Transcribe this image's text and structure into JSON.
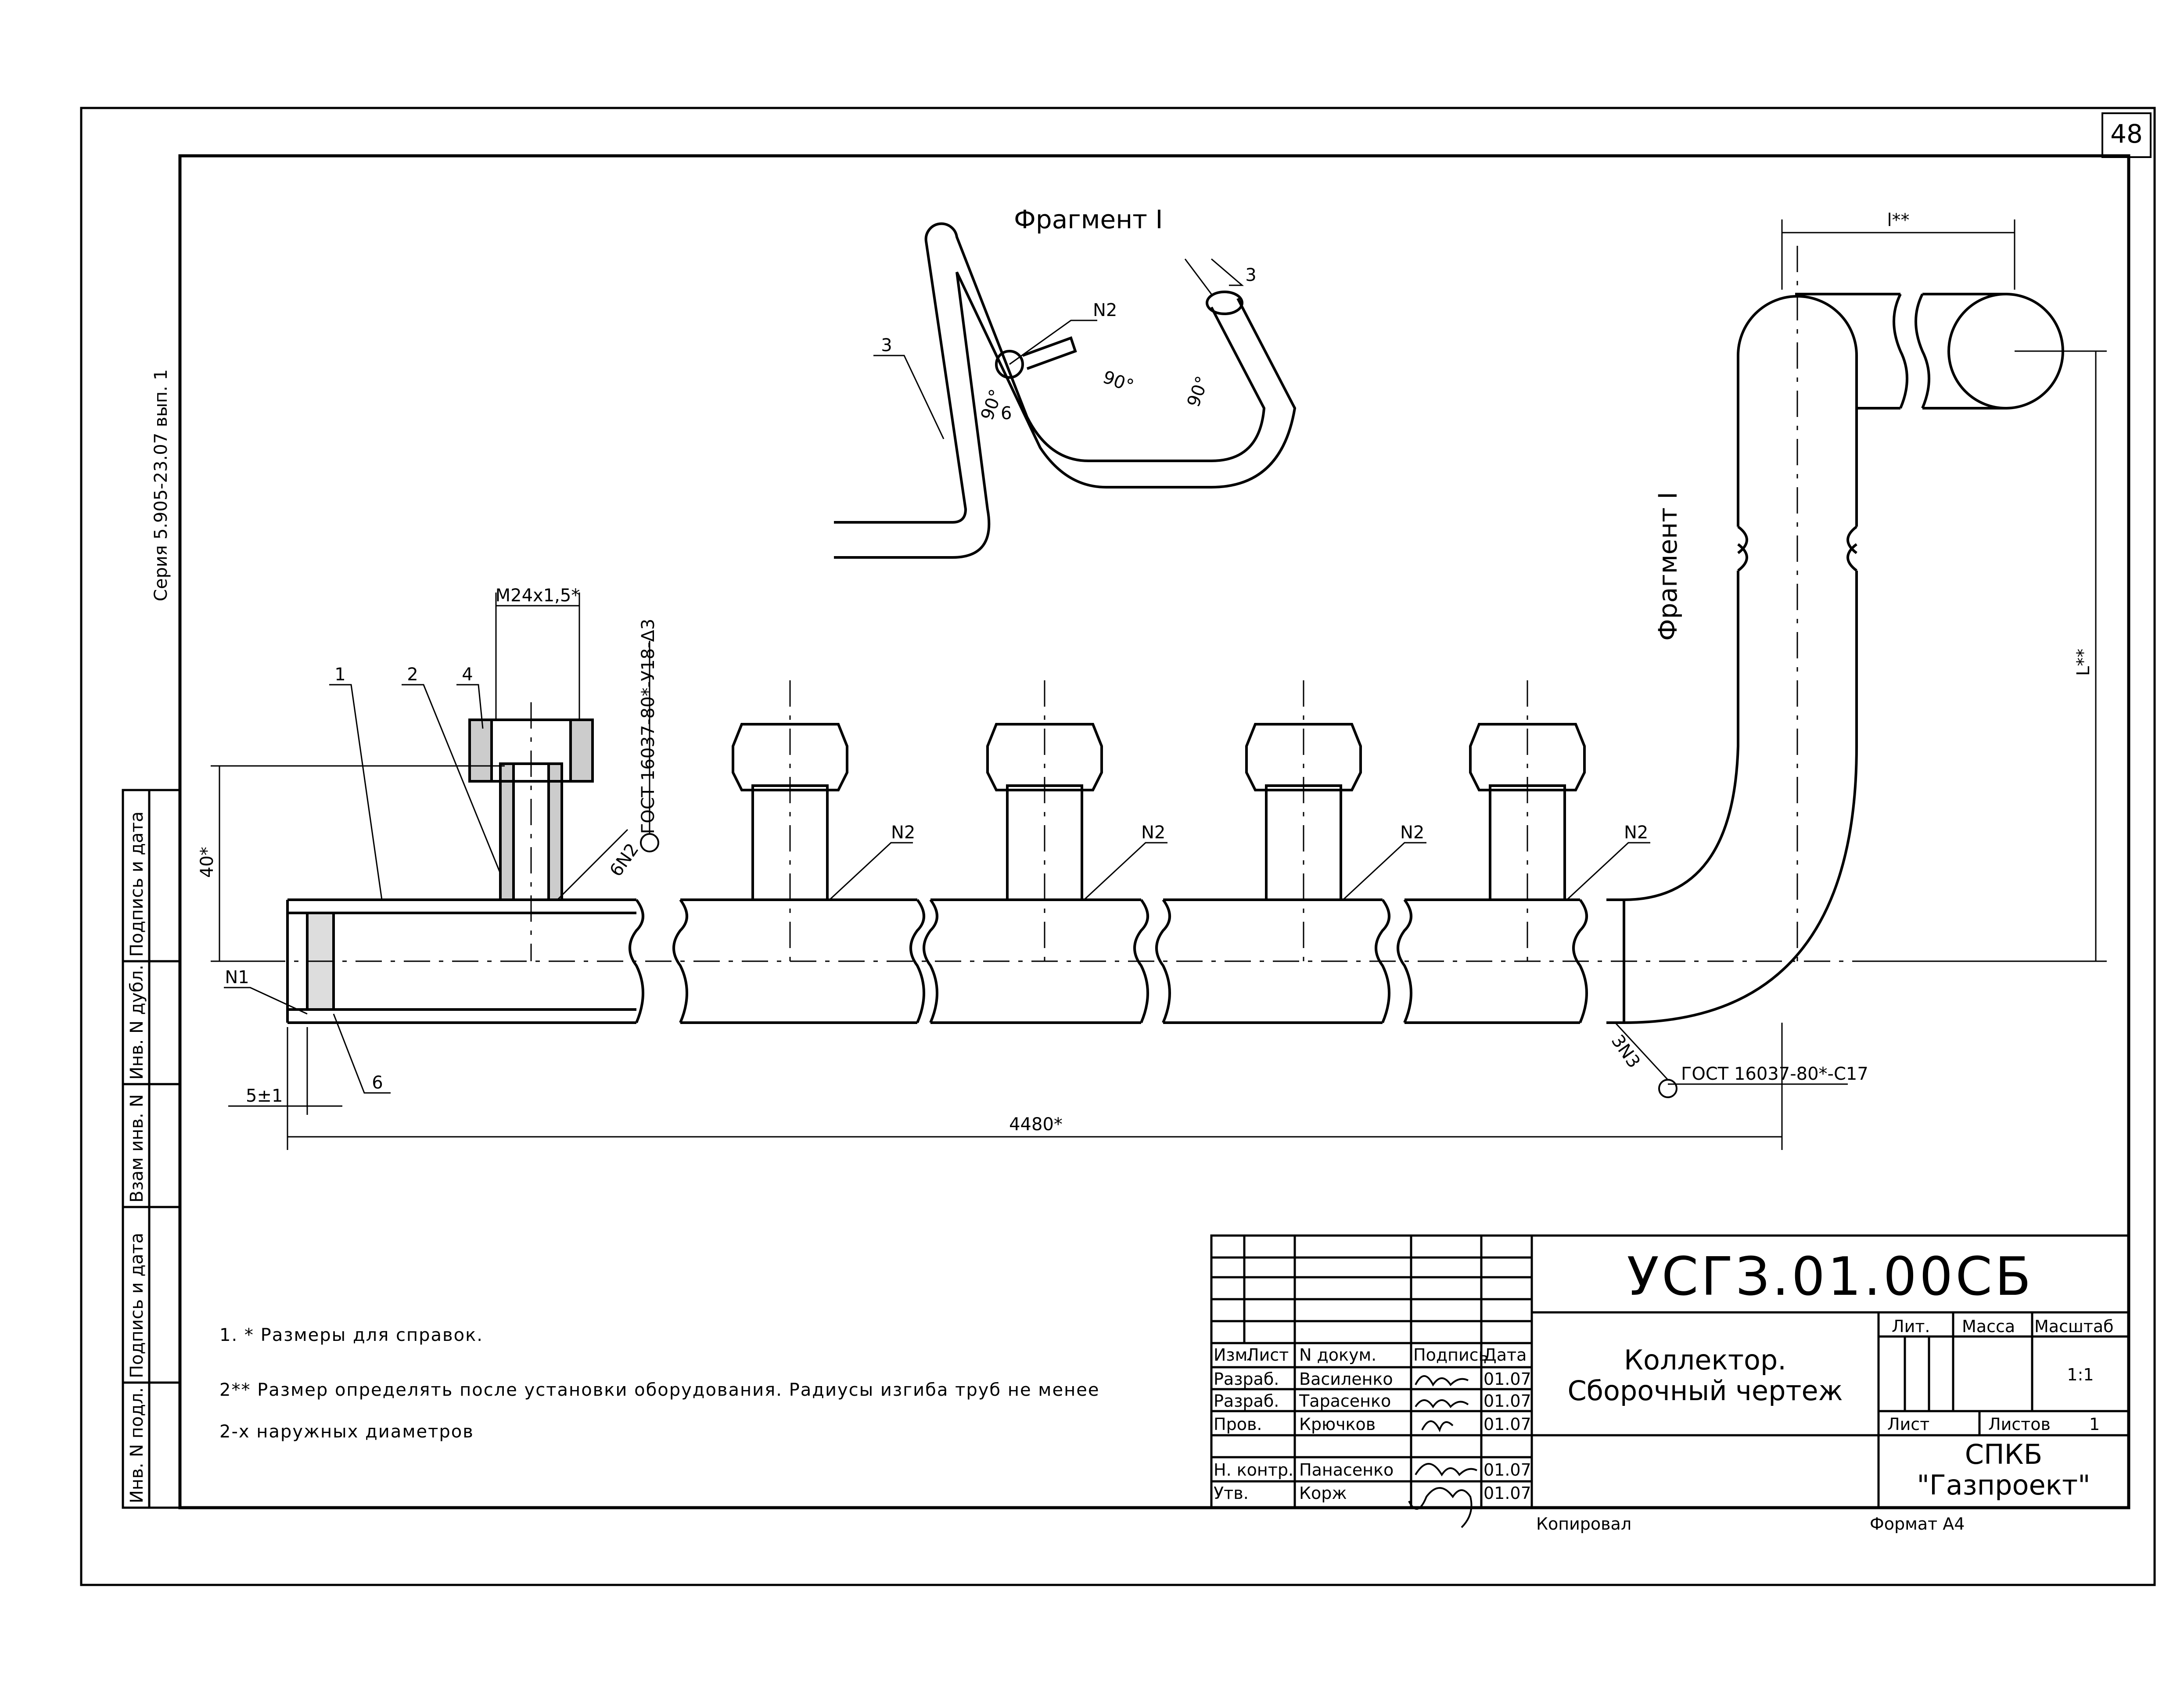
{
  "sheet": {
    "page_number": "48",
    "series": "Серия 5.905-23.07 вып. 1",
    "fragment_label_top": "Фрагмент I",
    "fragment_label_side": "Фрагмент I"
  },
  "callouts": {
    "c1": "1",
    "c2": "2",
    "c4": "4",
    "c6": "6",
    "c6b": "6",
    "c3a": "3",
    "c3b": "3",
    "n1": "N1",
    "n2a": "N2",
    "n2b": "N2",
    "n2c": "N2",
    "n2d": "N2",
    "n2frag": "N2"
  },
  "dimensions": {
    "thread": "M24x1,5*",
    "height": "40*",
    "gap": "5±1",
    "length": "4480*",
    "l_top": "l**",
    "l_side": "L**",
    "angle1": "90°",
    "angle2": "90°",
    "angle3": "90°"
  },
  "welds": {
    "w1": "6N2",
    "w1_std": "ГОСТ 16037-80*-У18-Δ3",
    "w2": "3N3",
    "w2_std": "ГОСТ 16037-80*-С17"
  },
  "notes": [
    "1. * Размеры для справок.",
    "2** Размер определять после установки оборудования. Радиусы изгиба труб не менее",
    "2-х наружных диаметров"
  ],
  "left_strip": [
    "Инв. N подл.",
    "Подпись и дата",
    "Взам инв. N",
    "Инв. N дубл.",
    "Подпись и дата"
  ],
  "title_block": {
    "doc_code": "УСГЗ.01.00СБ",
    "title_line1": "Коллектор.",
    "title_line2": "Сборочный чертеж",
    "col_headers": [
      "Изм.",
      "Лист",
      "N докум.",
      "Подпись",
      "Дата"
    ],
    "rows": [
      {
        "role": "Разраб.",
        "name": "Василенко",
        "date": "01.07"
      },
      {
        "role": "Разраб.",
        "name": "Тарасенко",
        "date": "01.07"
      },
      {
        "role": "Пров.",
        "name": "Крючков",
        "date": "01.07"
      },
      {
        "role": "Н. контр.",
        "name": "Панасенко",
        "date": "01.07"
      },
      {
        "role": "Утв.",
        "name": "Корж",
        "date": "01.07"
      }
    ],
    "lit_label": "Лит.",
    "mass_label": "Масса",
    "scale_label": "Масштаб",
    "scale_value": "1:1",
    "sheet_label": "Лист",
    "sheets_label": "Листов",
    "sheets_value": "1",
    "org_line1": "СПКБ",
    "org_line2": "\"Газпроект\""
  },
  "footer": {
    "copied": "Копировал",
    "format": "Формат А4"
  }
}
